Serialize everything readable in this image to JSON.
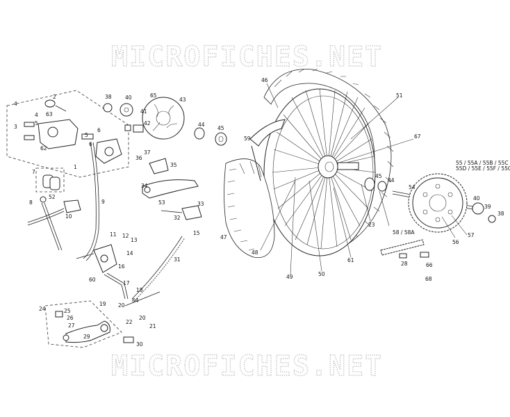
{
  "watermark": {
    "top": "MICROFICHES.NET",
    "bottom": "MICROFICHES.NET"
  },
  "labels": {
    "l1": "1",
    "l2": "2",
    "l3": "3",
    "l4a": "4",
    "l4b": "4",
    "l5a": "5",
    "l5b": "5",
    "l6a": "6",
    "l6b": "6",
    "l7": "7",
    "l8": "8",
    "l9": "9",
    "l10": "10",
    "l11": "11",
    "l12": "12",
    "l13": "13",
    "l14": "14",
    "l15": "15",
    "l16": "16",
    "l17": "17",
    "l18": "18",
    "l19": "19",
    "l20a": "20",
    "l20b": "20",
    "l21": "21",
    "l22": "22",
    "l23": "23",
    "l24": "24",
    "l25": "25",
    "l26": "26",
    "l27": "27",
    "l28": "28",
    "l29": "29",
    "l30": "30",
    "l31": "31",
    "l32": "32",
    "l33": "33",
    "l34": "34",
    "l35": "35",
    "l36": "36",
    "l37": "37",
    "l38a": "38",
    "l38b": "38",
    "l39": "39",
    "l40a": "40",
    "l40b": "40",
    "l41": "41",
    "l42": "42",
    "l43": "43",
    "l44a": "44",
    "l44b": "44",
    "l45a": "45",
    "l45b": "45",
    "l46": "46",
    "l47": "47",
    "l48": "48",
    "l49": "49",
    "l50": "50",
    "l51": "51",
    "l52": "52",
    "l53": "53",
    "l54": "54",
    "l55a": "55 / 55A / 55B / 55C",
    "l55b": "55D / 55E / 55F / 55G",
    "l56": "56",
    "l57": "57",
    "l58": "58 / 58A",
    "l59": "59",
    "l60": "60",
    "l61": "61",
    "l62": "62",
    "l63": "63",
    "l64": "64",
    "l65": "65",
    "l66": "66",
    "l67": "67",
    "l68": "68"
  }
}
